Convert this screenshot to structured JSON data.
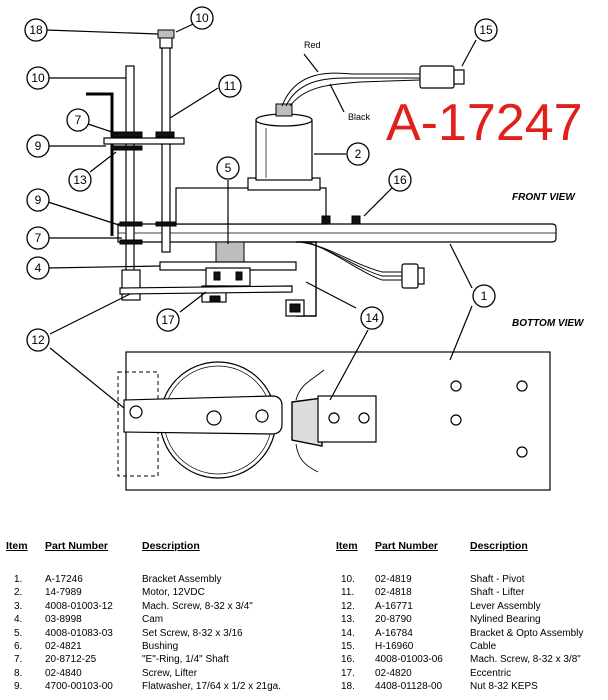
{
  "figure": {
    "drawing_number": "A-17247",
    "front_view_label": "FRONT VIEW",
    "bottom_view_label": "BOTTOM VIEW",
    "wire_label_red": "Red",
    "wire_label_black": "Black",
    "callouts": [
      "18",
      "10",
      "15",
      "10",
      "11",
      "7",
      "9",
      "2",
      "13",
      "5",
      "16",
      "9",
      "7",
      "4",
      "1",
      "17",
      "14",
      "12"
    ]
  },
  "table": {
    "headers": {
      "item": "Item",
      "part_number": "Part Number",
      "description": "Description"
    },
    "left": [
      {
        "item": "1.",
        "part": "A-17246",
        "desc": "Bracket Assembly"
      },
      {
        "item": "2.",
        "part": "14-7989",
        "desc": "Motor, 12VDC"
      },
      {
        "item": "3.",
        "part": "4008-01003-12",
        "desc": "Mach. Screw, 8-32 x 3/4\""
      },
      {
        "item": "4.",
        "part": "03-8998",
        "desc": "Cam"
      },
      {
        "item": "5.",
        "part": "4008-01083-03",
        "desc": "Set Screw, 8-32 x 3/16"
      },
      {
        "item": "6.",
        "part": "02-4821",
        "desc": "Bushing"
      },
      {
        "item": "7.",
        "part": "20-8712-25",
        "desc": "\"E\"-Ring, 1/4\" Shaft"
      },
      {
        "item": "8.",
        "part": "02-4840",
        "desc": "Screw, Lifter"
      },
      {
        "item": "9.",
        "part": "4700-00103-00",
        "desc": "Flatwasher, 17/64 x 1/2 x 21ga."
      }
    ],
    "right": [
      {
        "item": "10.",
        "part": "02-4819",
        "desc": "Shaft - Pivot"
      },
      {
        "item": "11.",
        "part": "02-4818",
        "desc": "Shaft - Lifter"
      },
      {
        "item": "12.",
        "part": "A-16771",
        "desc": "Lever Assembly"
      },
      {
        "item": "13.",
        "part": "20-8790",
        "desc": "Nylined Bearing"
      },
      {
        "item": "14.",
        "part": "A-16784",
        "desc": "Bracket & Opto Assembly"
      },
      {
        "item": "15.",
        "part": "H-16960",
        "desc": "Cable"
      },
      {
        "item": "16.",
        "part": "4008-01003-06",
        "desc": "Mach. Screw, 8-32 x 3/8\""
      },
      {
        "item": "17.",
        "part": "02-4820",
        "desc": "Eccentric"
      },
      {
        "item": "18.",
        "part": "4408-01128-00",
        "desc": "Nut 8-32 KEPS"
      }
    ]
  }
}
